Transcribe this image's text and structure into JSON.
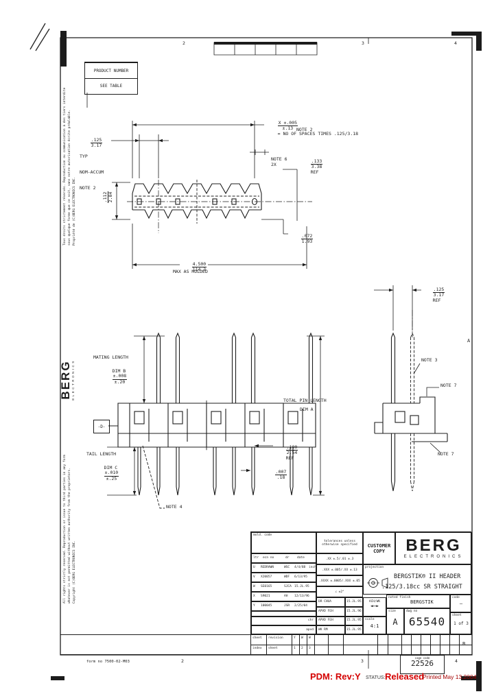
{
  "page": {
    "ink": "#1c1c1c",
    "red": "#d40000",
    "dark_red": "#a40000"
  },
  "zones": {
    "top": [
      "2",
      "3",
      "4"
    ],
    "bottom": [
      "2",
      "3",
      "4"
    ],
    "right_a": "A",
    "right_b": "B"
  },
  "product_box": {
    "title": "PRODUCT NUMBER",
    "value": "SEE TABLE"
  },
  "margin": {
    "french_1": "Tous droits strictement réservés.  Reproduction ou communication à des tiers interdite",
    "french_2": "sous quelque forme que ce soit, sans notre autorisation écrite préalable.",
    "french_3": "Propriété de (C)BERG ELECTRONICS INC.",
    "english_1": "All rights strictly reserved.  Reproduction or issue to third parties in any form",
    "english_2": "whatever is not permitted without written authority from the proprietors.",
    "english_3": "Copyright (C)BERG ELECTRONICS INC.",
    "logo": "BERG",
    "logo_sub": "ELECTRONICS"
  },
  "top_view": {
    "pitch": {
      "in": ".125",
      "mm": "3.17",
      "l2": "TYP",
      "l3": "NOM-ACCUM",
      "l4": "NOTE 2"
    },
    "x_dim": {
      "in": "X ±.005",
      "mm": "±.13",
      "eq": "= NO OF SPACES TIMES .125/3.18",
      "note": "NOTE 2"
    },
    "note6_1": "NOTE 6",
    "note6_2": "2X",
    "d133": {
      "in": ".133",
      "mm": "3.38",
      "suf": "REF"
    },
    "d072": {
      "in": ".072",
      "mm": "1.93"
    },
    "d112": {
      "in": ".112",
      "mm": "2.84"
    },
    "d4500": {
      "in": "4.500",
      "mm": "114.3",
      "suf": "MAX AS MOLDED"
    }
  },
  "front_view": {
    "mating_1": "MATING LENGTH",
    "mating_2": "DIM B",
    "mating_tol": {
      "in": "±.008",
      "mm": "±.20"
    },
    "total_1": "TOTAL PIN LENGTH",
    "total_2": "DIM A",
    "tail_1": "TAIL LENGTH",
    "tail_2": "DIM C",
    "tail_tol": {
      "in": "±.010",
      "mm": "±.25"
    },
    "d100": {
      "in": ".100",
      "mm": "2.54",
      "suf": "REF"
    },
    "d007": {
      "in": ".007",
      "mm": ".18"
    },
    "note4": "NOTE 4",
    "datum": "-D-"
  },
  "side_view": {
    "d125": {
      "in": ".125",
      "mm": "3.17",
      "suf": "REF"
    },
    "note3": "NOTE 3",
    "note7a": "NOTE 7",
    "note7b": "NOTE 7"
  },
  "title_block": {
    "mold_code": "mold. code",
    "tol_header_1": "tolerances unless",
    "tol_header_2": "otherwise specified",
    "tolerances": [
      ".XX ±.5/.01 ±.3",
      ".XXX ±.005/.XX ±.13",
      ".XXXX ±.0005/.XXX ±.05",
      "∠ ±2°"
    ],
    "customer_1": "CUSTOMER",
    "customer_2": "COPY",
    "brand": "BERG",
    "brand_sub": "ELECTRONICS",
    "rev_header": {
      "ltr": "ltr",
      "ecn": "ecn no",
      "dr": "dr",
      "date": "date"
    },
    "revisions": [
      {
        "ltr": "U",
        "ecn": "REDRAWN",
        "dr": "WSC",
        "date": "4/4/88",
        "extra": "inch"
      },
      {
        "ltr": "V",
        "ecn": "X20057",
        "dr": "WDF",
        "date": "6/13/95",
        "extra": ""
      },
      {
        "ltr": "W",
        "ecn": "SE0165",
        "dr": "SJCA",
        "date": "15.JL.95",
        "extra": ""
      },
      {
        "ltr": "X",
        "ecn": "S9021",
        "dr": "AH",
        "date": "12/13/96",
        "extra": ""
      },
      {
        "ltr": "Y",
        "ecn": "100045",
        "dr": "JSR",
        "date": "2/25/04",
        "extra": ""
      }
    ],
    "row_label_chr": "chr",
    "row_label_apvd": "apvd",
    "approvals": [
      {
        "name": "DR CHUA",
        "date": "15.JL.95"
      },
      {
        "name": "APVD FEH",
        "date": "15.JL.96"
      },
      {
        "name": "APVD FEH",
        "date": "15.JL.95"
      },
      {
        "name": "WK RM",
        "date": "15.JL.95"
      }
    ],
    "mech": "ACH/WK",
    "arrow": "↔",
    "projection": "projection",
    "title_1": "BERGSTIK® II HEADER",
    "title_2": ".125/3.18cc SR STRAIGHT",
    "finish_label": "noted finish",
    "finish_value": "BERGSTIK",
    "code_label": "code",
    "code_value": "—",
    "scale_label": "scale",
    "scale_value": "4:1",
    "size_label": "size",
    "size_value": "A",
    "dwg_label": "dwg no",
    "dwg_no": "65540",
    "sheet_label": "sheet",
    "sheet_value": "1 of 3"
  },
  "sheet_index": {
    "r1c1": "sheet",
    "r1c2": "revision",
    "r1_vals": [
      "Y",
      "W",
      "W"
    ],
    "r2c1": "index",
    "r2c2": "sheet",
    "r2_vals": [
      "1",
      "2",
      "3"
    ]
  },
  "cage": {
    "label": "cage code",
    "value": "22526"
  },
  "footer": {
    "form_no": "form no 7500-02-M03",
    "pdm": "PDM: Rev:Y",
    "status_label": "STATUS:",
    "status_value": "Released",
    "printed": "Printed May 13,2004"
  }
}
